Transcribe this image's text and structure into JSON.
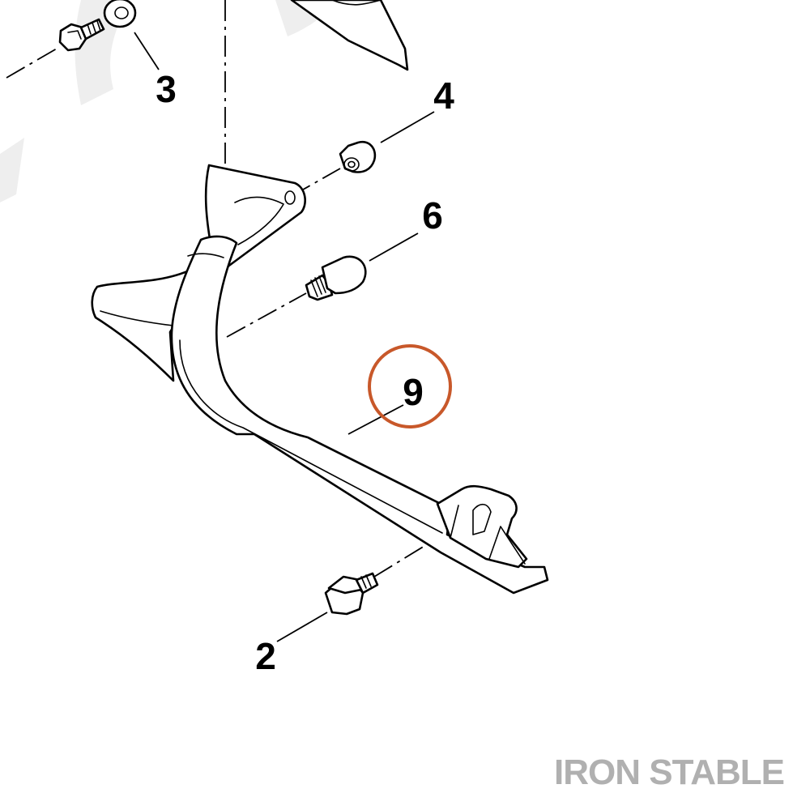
{
  "diagram": {
    "callouts": [
      {
        "id": "3",
        "label": "3"
      },
      {
        "id": "4",
        "label": "4"
      },
      {
        "id": "6",
        "label": "6"
      },
      {
        "id": "9",
        "label": "9"
      },
      {
        "id": "2",
        "label": "2"
      }
    ],
    "highlighted_callout": "9",
    "watermark": "IRON STABLE"
  },
  "colors": {
    "line": "#000000",
    "background": "#ffffff",
    "highlight_ring": "#c8582a",
    "watermark_text": "#b0b0b0",
    "watermark_shape": "#eeeeee"
  }
}
